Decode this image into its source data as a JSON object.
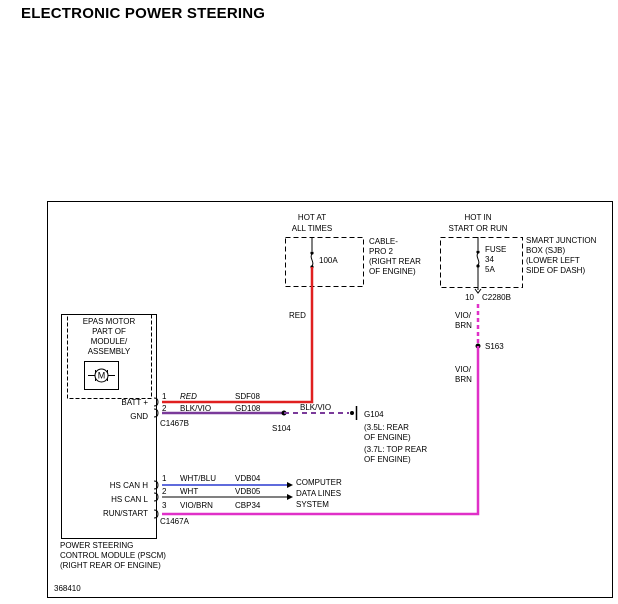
{
  "page_title": "ELECTRONIC POWER STEERING",
  "diagram_number": "368410",
  "colors": {
    "red_wire": "#e02020",
    "purple_wire": "#7a3a9a",
    "magenta_wire": "#e030c8",
    "blue_wire": "#2a3ad0",
    "black": "#000000"
  },
  "hot_at_all_times": {
    "line1": "HOT AT",
    "line2": "ALL TIMES"
  },
  "cable_pro": {
    "line1": "CABLE-",
    "line2": "PRO 2",
    "line3": "(RIGHT REAR",
    "line4": "OF ENGINE)",
    "fuse_rating": "100A"
  },
  "hot_in_start": {
    "line1": "HOT IN",
    "line2": "START OR RUN"
  },
  "sjb": {
    "line1": "SMART JUNCTION",
    "line2": "BOX (SJB)",
    "line3": "(LOWER LEFT",
    "line4": "SIDE OF DASH)",
    "fuse_label": "FUSE",
    "fuse_number": "34",
    "fuse_rating": "5A",
    "pin": "10",
    "connector": "C2280B"
  },
  "wire_labels": {
    "red": "RED",
    "vio_brn_top1": "VIO/",
    "vio_brn_top2": "BRN",
    "vio_brn_mid1": "VIO/",
    "vio_brn_mid2": "BRN",
    "blk_vio": "BLK/VIO"
  },
  "splices": {
    "s163": "S163",
    "s104": "S104"
  },
  "ground": {
    "id": "G104",
    "line1": "(3.5L: REAR",
    "line2": "OF ENGINE)",
    "line3": "(3.7L: TOP REAR",
    "line4": "OF ENGINE)"
  },
  "epas": {
    "line1": "EPAS MOTOR",
    "line2": "PART OF",
    "line3": "MODULE/",
    "line4": "ASSEMBLY",
    "motor_symbol": "M"
  },
  "connector_c1467b": {
    "name": "C1467B",
    "rows": [
      {
        "function": "BATT +",
        "pin": "1",
        "color": "RED",
        "circuit": "SDF08"
      },
      {
        "function": "GND",
        "pin": "2",
        "color": "BLK/VIO",
        "circuit": "GD108"
      }
    ]
  },
  "connector_c1467a": {
    "name": "C1467A",
    "rows": [
      {
        "function": "HS CAN H",
        "pin": "1",
        "color": "WHT/BLU",
        "circuit": "VDB04"
      },
      {
        "function": "HS CAN L",
        "pin": "2",
        "color": "WHT",
        "circuit": "VDB05"
      },
      {
        "function": "RUN/START",
        "pin": "3",
        "color": "VIO/BRN",
        "circuit": "CBP34"
      }
    ]
  },
  "computer_data_lines": {
    "line1": "COMPUTER",
    "line2": "DATA LINES",
    "line3": "SYSTEM"
  },
  "pscm": {
    "line1": "POWER STEERING",
    "line2": "CONTROL MODULE (PSCM)",
    "line3": "(RIGHT REAR OF ENGINE)"
  }
}
